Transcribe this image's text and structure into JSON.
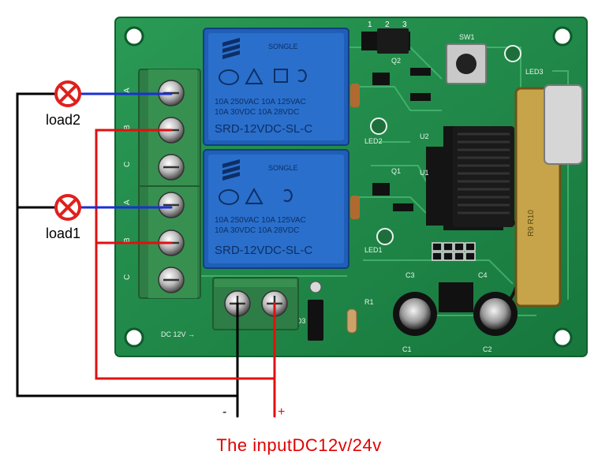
{
  "loads": {
    "load2_label": "load2",
    "load1_label": "load1"
  },
  "power": {
    "minus_label": "-",
    "plus_label": "+",
    "dc_label": "DC 12V →",
    "caption": "The inputDC12v/24v"
  },
  "relays": {
    "top": {
      "brand": "SONGLE",
      "line1": "10A 250VAC  10A 125VAC",
      "line2": "10A 30VDC   10A 28VDC",
      "model": "SRD-12VDC-SL-C"
    },
    "bottom": {
      "brand": "SONGLE",
      "line1": "10A 250VAC  10A 125VAC",
      "line2": "10A 30VDC   10A 28VDC",
      "model": "SRD-12VDC-SL-C"
    }
  },
  "board_marks": {
    "terminal_letters": [
      "A",
      "B",
      "C",
      "A",
      "B",
      "C"
    ],
    "jumper_numbers": [
      "1",
      "2",
      "3"
    ],
    "sw_label": "SW1",
    "module_label": "R9 R10",
    "components": [
      "C1",
      "C2",
      "C3",
      "C4",
      "D3",
      "R1",
      "U1",
      "U2",
      "Q1",
      "Q2",
      "LED1",
      "LED2",
      "LED3"
    ]
  },
  "colors": {
    "board": "#1f8a4a",
    "relay": "#1f5fb8",
    "terminal": "#2f7d46",
    "wire_red": "#e01010",
    "wire_blue": "#1b2fd6",
    "wire_black": "#000000",
    "lamp": "#e0201c",
    "caption": "#e00000"
  }
}
